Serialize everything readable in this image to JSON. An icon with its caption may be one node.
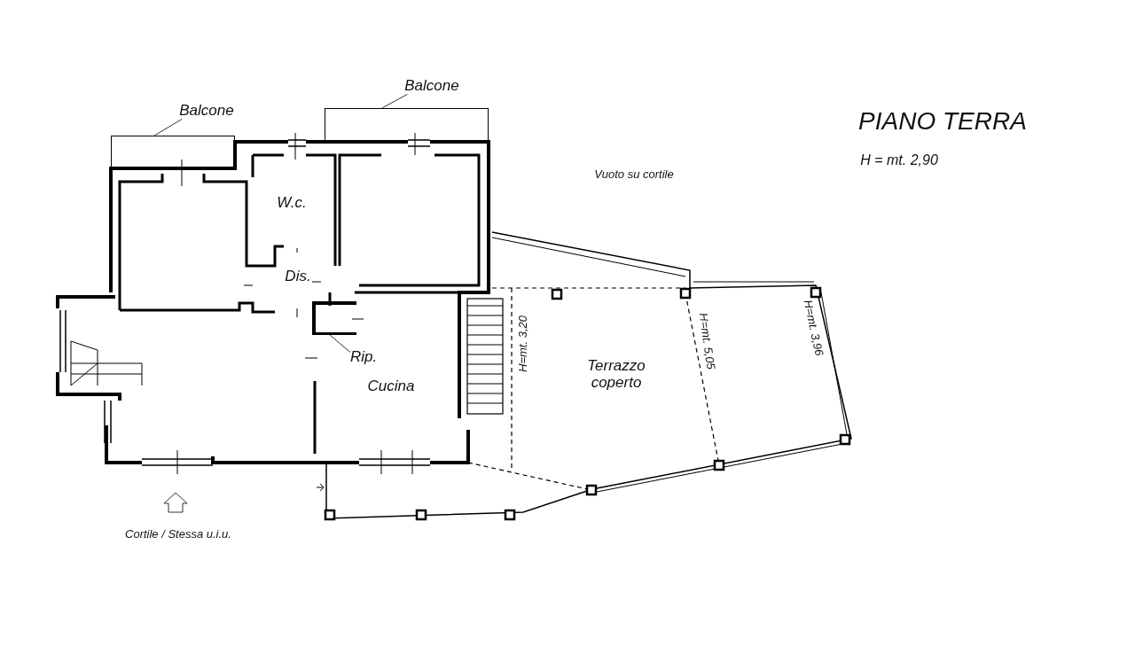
{
  "diagram": {
    "title": "PIANO TERRA",
    "nodes": [
      {
        "text": [
          "Balcone"
        ]
      },
      {
        "text": [],
        "shape": "box"
      },
      {
        "text": [
          "Balcone"
        ]
      },
      {
        "text": [],
        "shape": "box"
      },
      {
        "text": [
          "Rip."
        ]
      },
      {
        "text": [],
        "shape": "box"
      }
    ],
    "edges": [
      {
        "from": 0,
        "to": 1,
        "arrow": "none"
      },
      {
        "from": 2,
        "to": 3,
        "arrow": "none"
      },
      {
        "from": 4,
        "to": 5,
        "arrow": "none"
      }
    ],
    "labels": [
      "H = mt. 2,90",
      "Vuoto su cortile",
      "W.c.",
      "Dis.",
      "H=mt. 3,20",
      "H=mt. 5,05",
      "H=mt. 3,96",
      "Terrazzo coperto",
      "Cucina",
      "Cortile / Stessa u.i.u."
    ]
  }
}
